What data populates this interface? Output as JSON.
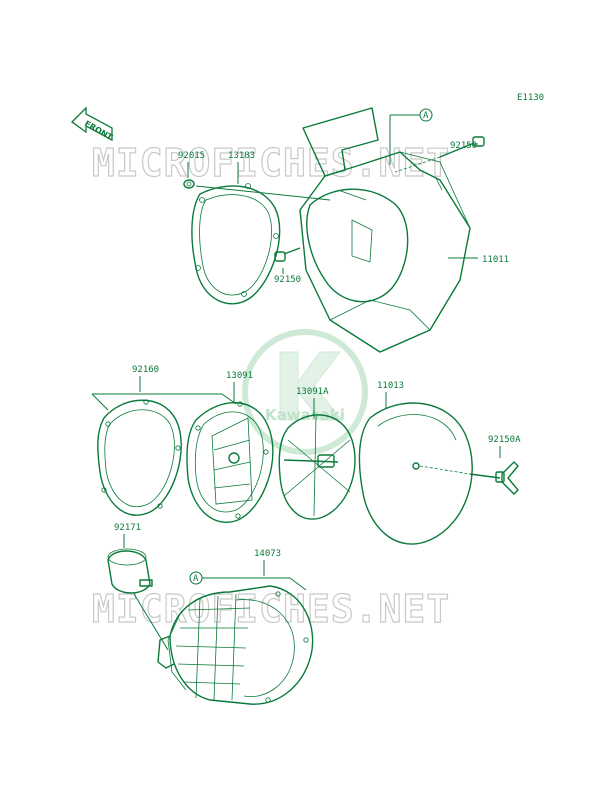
{
  "diagram_code": "E1130",
  "front_label": "FRONT",
  "watermark_text": "MICROFICHES.NET",
  "brand_text": "Kawasaki",
  "ref_label": "A",
  "parts": {
    "p92015": "92015",
    "p13183": "13183",
    "p92150_top": "92150",
    "p92150_mid": "92150",
    "p11011": "11011",
    "p92160": "92160",
    "p13091": "13091",
    "p13091A": "13091A",
    "p11013": "11013",
    "p92150A": "92150A",
    "p92171": "92171",
    "p14073": "14073"
  },
  "colors": {
    "line": "#0a7a3a",
    "watermark": "#c9c9c9",
    "background": "#ffffff"
  }
}
